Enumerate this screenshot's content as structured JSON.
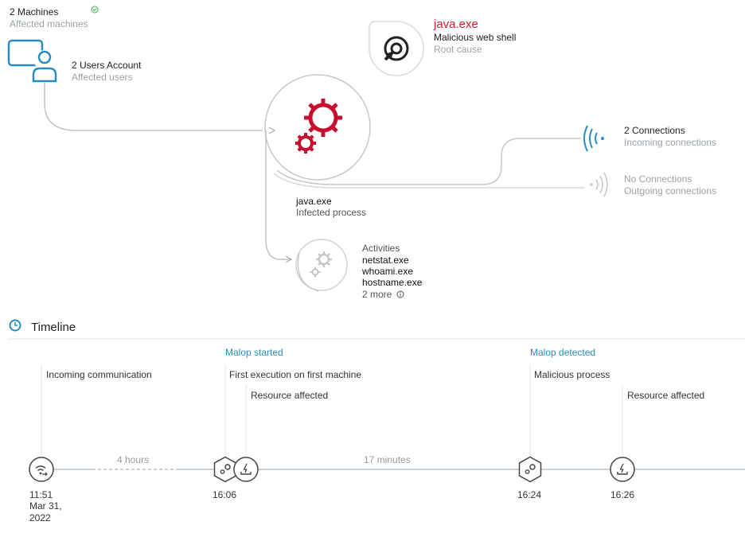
{
  "machines": {
    "count_label": "2 Machines",
    "sub_label": "Affected machines"
  },
  "users": {
    "count_label": "2 Users Account",
    "sub_label": "Affected users"
  },
  "root_cause": {
    "name": "java.exe",
    "type": "Malicious web shell",
    "sub_label": "Root cause"
  },
  "process": {
    "name": "java.exe",
    "sub_label": "Infected process"
  },
  "incoming": {
    "count_label": "2 Connections",
    "sub_label": "Incoming connections"
  },
  "outgoing": {
    "count_label": "No Connections",
    "sub_label": "Outgoing connections"
  },
  "activities": {
    "title": "Activities",
    "items": [
      "netstat.exe",
      "whoami.exe",
      "hostname.exe"
    ],
    "more_label": "2 more"
  },
  "timeline": {
    "title": "Timeline",
    "markers": {
      "started": "Malop started",
      "detected": "Malop detected"
    },
    "events": [
      {
        "label": "Incoming communication",
        "time": "11:51",
        "date_line1": "Mar 31,",
        "date_line2": "2022"
      },
      {
        "label": "First execution on first machine",
        "time": "16:06"
      },
      {
        "label": "Resource affected"
      },
      {
        "label": "Malicious process",
        "time": "16:24"
      },
      {
        "label": "Resource affected",
        "time": "16:26"
      }
    ],
    "durations": [
      "4 hours",
      "17 minutes"
    ]
  },
  "colors": {
    "accent_blue": "#2a8dc0",
    "alert_red": "#d01f2a",
    "line_grey": "#c5c9cc"
  },
  "icons": [
    "check-circle-icon",
    "computer-user-icon",
    "web-shell-icon",
    "gears-icon",
    "wifi-incoming-icon",
    "wifi-outgoing-icon",
    "activity-gears-icon",
    "info-icon",
    "clock-icon",
    "communication-icon",
    "process-icon",
    "resource-icon"
  ]
}
